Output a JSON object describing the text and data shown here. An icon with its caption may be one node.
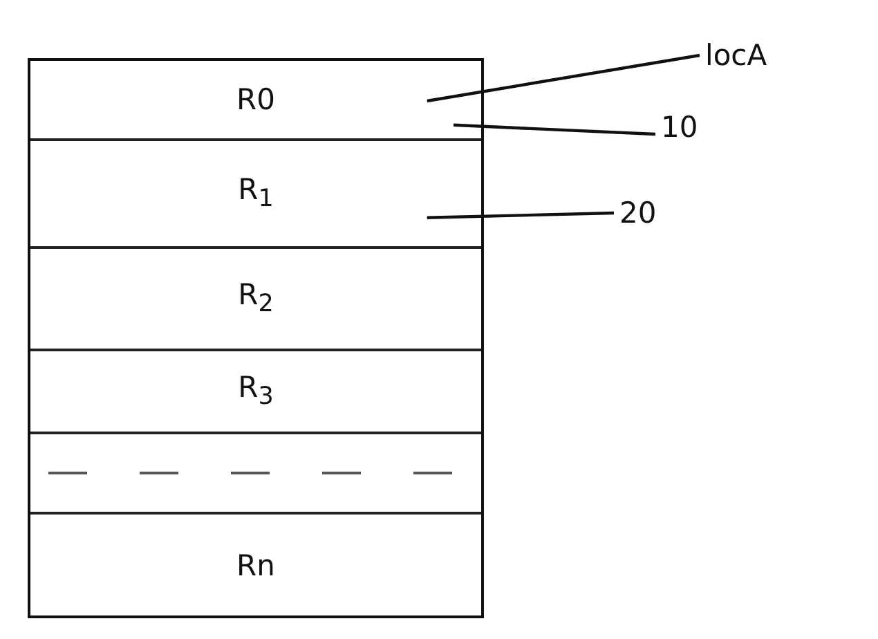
{
  "diagram": {
    "nodes": [
      {
        "text": [],
        "shape": "box"
      },
      {
        "text": [
          "R0"
        ],
        "in": 0
      },
      {
        "text": [
          "R$_{1}$"
        ],
        "in": 0
      },
      {
        "text": [
          "R$_{2}$"
        ],
        "in": 0
      },
      {
        "text": [
          "R$_{3}$"
        ],
        "in": 0
      },
      {
        "text": [],
        "shape": "box",
        "in": 0
      },
      {
        "text": [
          "Rn"
        ],
        "in": 0
      },
      {
        "text": [
          "locA"
        ]
      },
      {
        "text": [
          "10"
        ]
      },
      {
        "text": [
          "20"
        ]
      }
    ],
    "edges": [
      {
        "from": 7,
        "to": 1,
        "arrow": "none"
      },
      {
        "from": 8,
        "to": 1,
        "arrow": "none"
      },
      {
        "from": 9,
        "to": 2,
        "arrow": "none"
      }
    ]
  }
}
